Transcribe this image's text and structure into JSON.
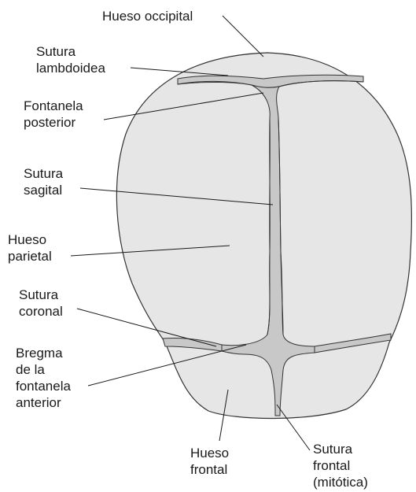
{
  "labels": {
    "hueso_occipital": [
      "Hueso occipital"
    ],
    "sutura_lambdoidea": [
      "Sutura",
      "lambdoidea"
    ],
    "fontanela_posterior": [
      "Fontanela",
      "posterior"
    ],
    "sutura_sagital": [
      "Sutura",
      "sagital"
    ],
    "hueso_parietal": [
      "Hueso",
      "parietal"
    ],
    "sutura_coronal": [
      "Sutura",
      "coronal"
    ],
    "bregma": [
      "Bregma",
      "de la",
      "fontanela",
      "anterior"
    ],
    "hueso_frontal": [
      "Hueso",
      "frontal"
    ],
    "sutura_frontal": [
      "Sutura",
      "frontal",
      "(mitótica)"
    ]
  },
  "colors": {
    "bone": "#e6e6e6",
    "suture": "#c8c8c8",
    "outline": "#333333",
    "leader": "#1a1a1a"
  }
}
